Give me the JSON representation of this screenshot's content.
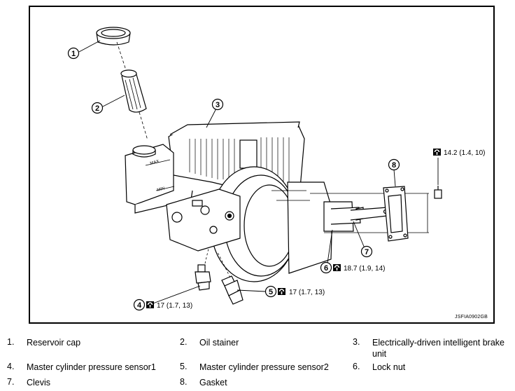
{
  "callouts": [
    {
      "num": "1"
    },
    {
      "num": "2"
    },
    {
      "num": "3"
    },
    {
      "num": "4"
    },
    {
      "num": "5"
    },
    {
      "num": "6"
    },
    {
      "num": "7"
    },
    {
      "num": "8"
    }
  ],
  "reservoir_marks": {
    "max": "MAX",
    "min": "MIN"
  },
  "torques": {
    "t8": "14.2 (1.4, 10)",
    "t6": "18.7 (1.9, 14)",
    "t5": "17 (1.7, 13)",
    "t4": "17 (1.7, 13)"
  },
  "figure_id": "JSFIA0902GB",
  "legend": [
    {
      "num": "1.",
      "label": "Reservoir cap"
    },
    {
      "num": "2.",
      "label": "Oil stainer"
    },
    {
      "num": "3.",
      "label": "Electrically-driven intelligent brake unit"
    },
    {
      "num": "4.",
      "label": "Master cylinder pressure sensor1"
    },
    {
      "num": "5.",
      "label": "Master cylinder pressure sensor2"
    },
    {
      "num": "6.",
      "label": "Lock nut"
    },
    {
      "num": "7.",
      "label": "Clevis"
    },
    {
      "num": "8.",
      "label": "Gasket"
    }
  ]
}
